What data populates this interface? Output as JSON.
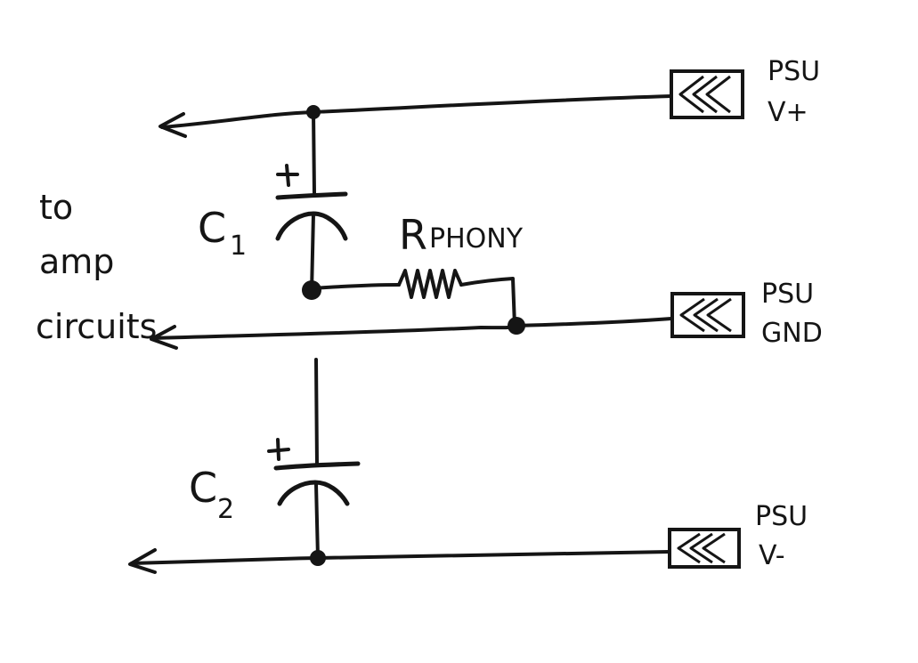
{
  "diagram": {
    "left_label": [
      "to",
      "amp",
      "circuits"
    ],
    "components": {
      "c1": {
        "name": "C",
        "subscript": "1",
        "polarity": "+"
      },
      "c2": {
        "name": "C",
        "subscript": "2",
        "polarity": "+"
      },
      "resistor": {
        "name": "R",
        "subscript": "PHONY"
      }
    },
    "connectors": [
      {
        "id": "v_plus",
        "line1": "PSU",
        "line2": "V+"
      },
      {
        "id": "gnd",
        "line1": "PSU",
        "line2": "GND"
      },
      {
        "id": "v_minus",
        "line1": "PSU",
        "line2": "V-"
      }
    ],
    "ink_color": "#151515"
  }
}
